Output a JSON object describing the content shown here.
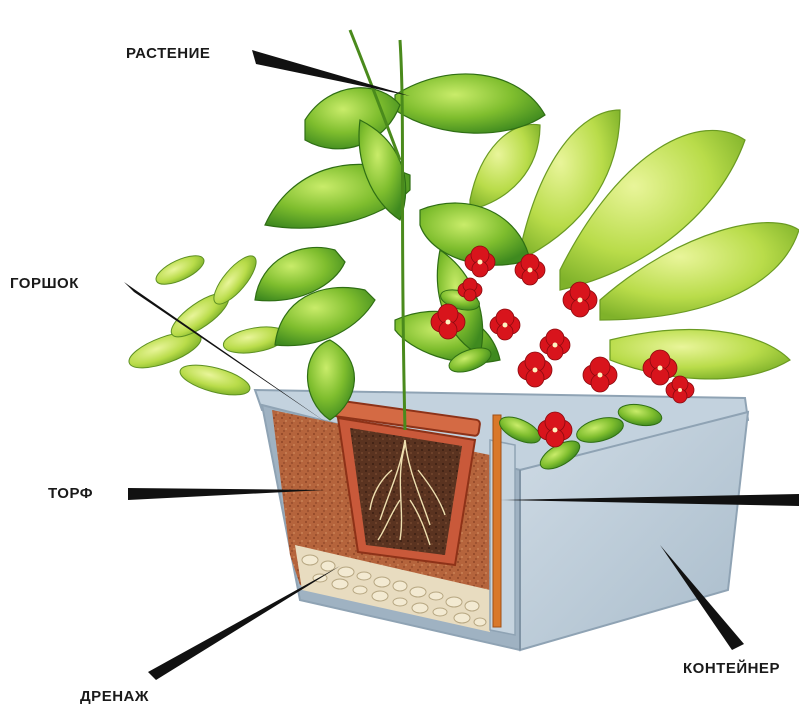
{
  "labels": {
    "plant": "РАСТЕНИЕ",
    "pot": "ГОРШОК",
    "peat": "ТОРФ",
    "drainage": "ДРЕНАЖ",
    "container": "КОНТЕЙНЕР"
  },
  "colors": {
    "container_front": "#b9c9d6",
    "container_side": "#a5b7c6",
    "container_edge": "#8fa3b4",
    "peat": "#b3603a",
    "pot": "#c9593a",
    "leaf_dark": "#4e9a27",
    "leaf_light": "#9ccf3a",
    "flower": "#d8141c",
    "leader_line": "#111111"
  }
}
